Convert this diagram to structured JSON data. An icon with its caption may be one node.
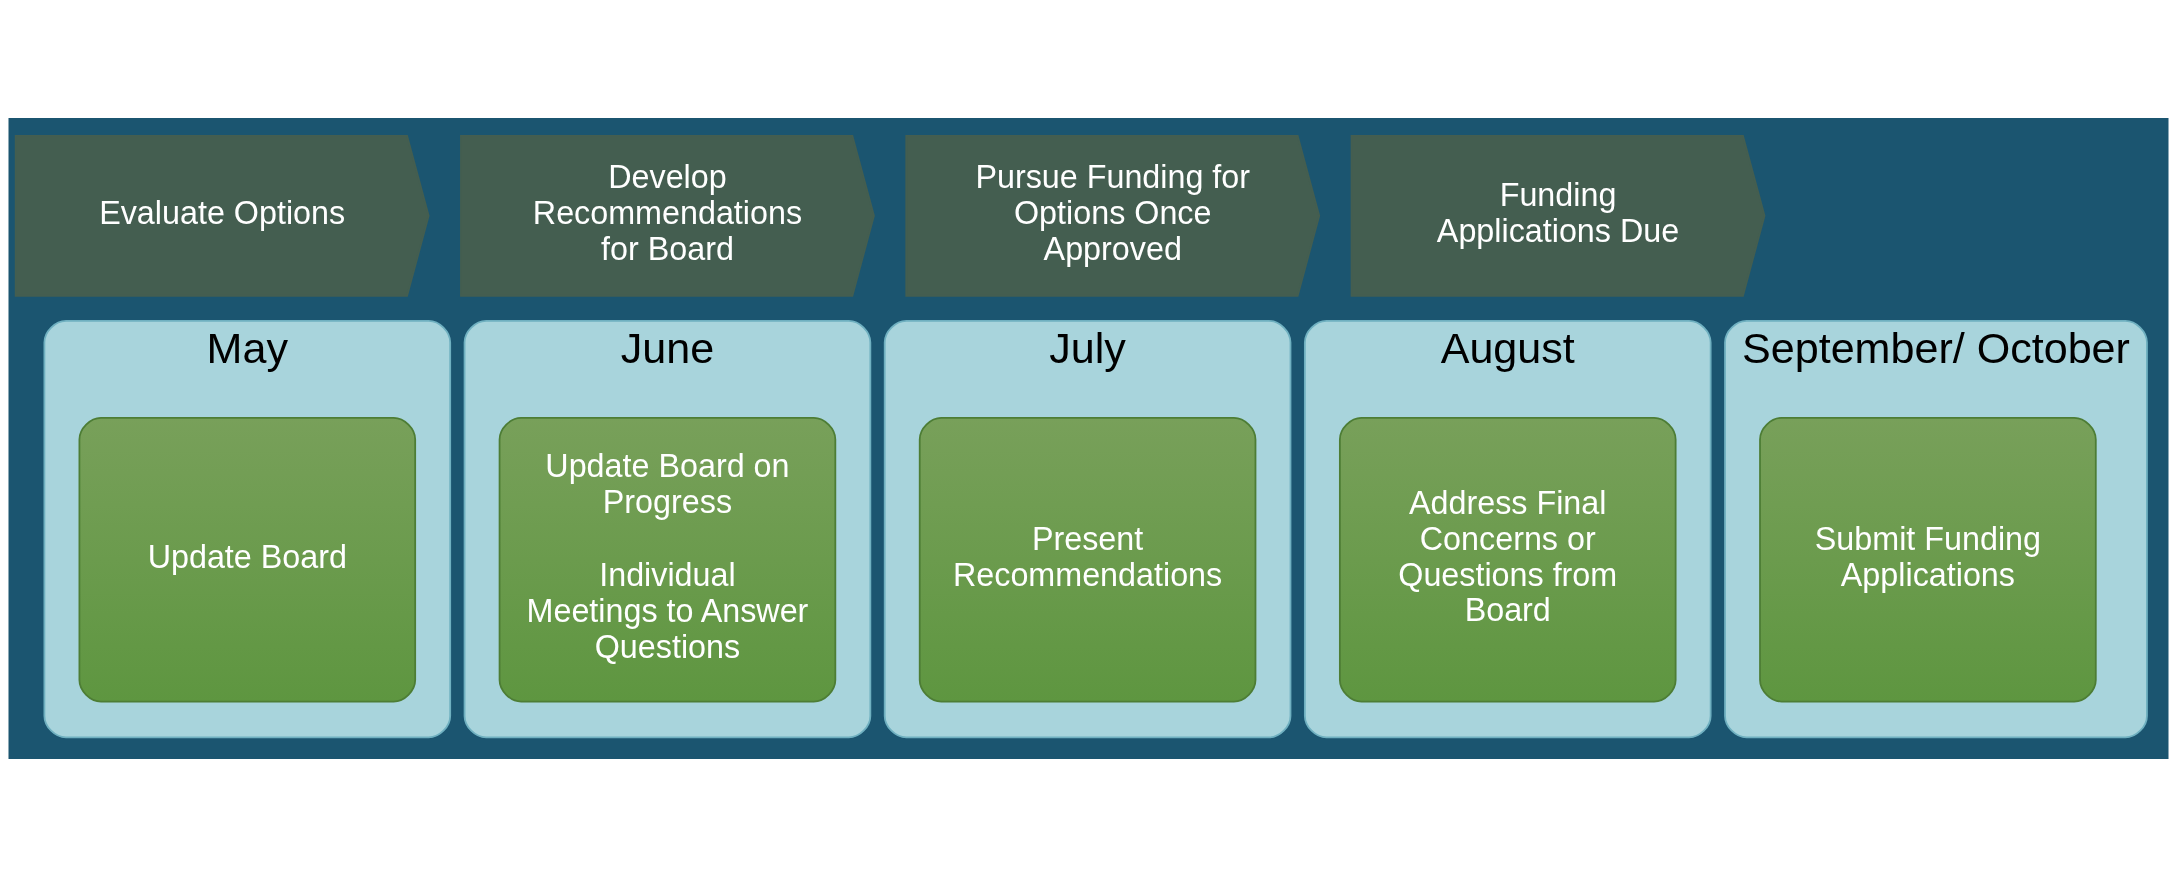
{
  "diagram": {
    "nodes": [
      {
        "text": [
          "May"
        ]
      },
      {
        "text": [
          "June"
        ]
      },
      {
        "text": [
          "July"
        ]
      },
      {
        "text": [
          "August"
        ]
      },
      {
        "text": [
          "September/ October"
        ]
      },
      {
        "text": [
          "Evaluate Options"
        ]
      },
      {
        "text": [
          "Develop Recommendations for Board"
        ]
      },
      {
        "text": [
          "Pursue Funding for Options Once Approved"
        ]
      },
      {
        "text": [
          "Funding Applications Due"
        ]
      },
      {
        "text": [
          "Update Board"
        ],
        "in": 0
      },
      {
        "text": [
          "Update Board on Progress",
          "Individual Meetings to Answer Questions"
        ],
        "in": 1
      },
      {
        "text": [
          "Present Recommendations"
        ],
        "in": 2
      },
      {
        "text": [
          "Address Final Concerns or Questions from Board"
        ],
        "in": 3
      },
      {
        "text": [
          "Submit Funding Applications"
        ],
        "in": 4
      }
    ],
    "edges": []
  }
}
